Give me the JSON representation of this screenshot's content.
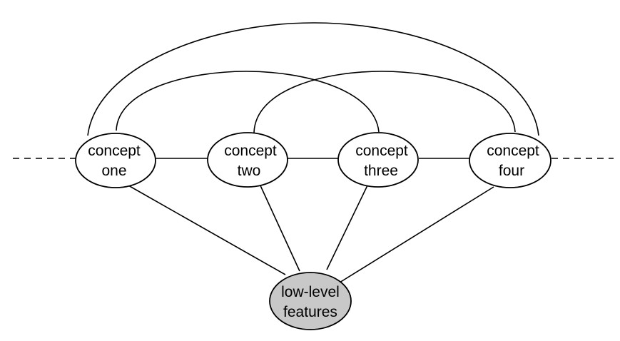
{
  "nodes": {
    "concept_one": {
      "line1": "concept",
      "line2": "one",
      "fill": "#ffffff"
    },
    "concept_two": {
      "line1": "concept",
      "line2": "two",
      "fill": "#ffffff"
    },
    "concept_three": {
      "line1": "concept",
      "line2": "three",
      "fill": "#ffffff"
    },
    "concept_four": {
      "line1": "concept",
      "line2": "four",
      "fill": "#ffffff"
    },
    "low_level_features": {
      "line1": "low-level",
      "line2": "features",
      "fill": "#c8c8c8"
    }
  },
  "edges": [
    {
      "from": "concept_one",
      "to": "concept_two",
      "style": "solid"
    },
    {
      "from": "concept_two",
      "to": "concept_three",
      "style": "solid"
    },
    {
      "from": "concept_three",
      "to": "concept_four",
      "style": "solid"
    },
    {
      "from": "concept_one",
      "to": "concept_three",
      "style": "arc"
    },
    {
      "from": "concept_two",
      "to": "concept_four",
      "style": "arc"
    },
    {
      "from": "concept_one",
      "to": "concept_four",
      "style": "arc"
    },
    {
      "from": "concept_one",
      "to": "low_level_features",
      "style": "solid"
    },
    {
      "from": "concept_two",
      "to": "low_level_features",
      "style": "solid"
    },
    {
      "from": "concept_three",
      "to": "low_level_features",
      "style": "solid"
    },
    {
      "from": "concept_four",
      "to": "low_level_features",
      "style": "solid"
    }
  ],
  "continuation": {
    "left": "dashed",
    "right": "dashed"
  }
}
